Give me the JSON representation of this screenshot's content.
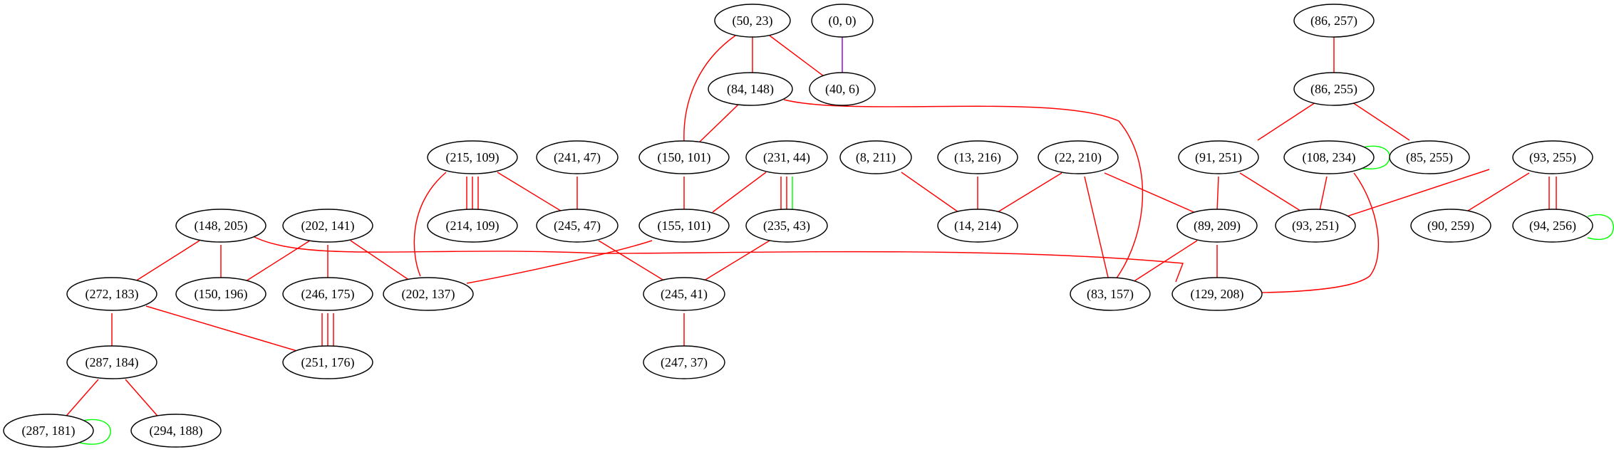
{
  "colors": {
    "red": "#ff0000",
    "green": "#00ff00",
    "purple": "#9400d3",
    "node_stroke": "#000000"
  },
  "nodes": {
    "n50_23": "(50, 23)",
    "n0_0": "(0, 0)",
    "n86_257": "(86, 257)",
    "n84_148": "(84, 148)",
    "n40_6": "(40, 6)",
    "n86_255": "(86, 255)",
    "n215_109": "(215, 109)",
    "n241_47": "(241, 47)",
    "n150_101": "(150, 101)",
    "n231_44": "(231, 44)",
    "n8_211": "(8, 211)",
    "n13_216": "(13, 216)",
    "n22_210": "(22, 210)",
    "n91_251": "(91, 251)",
    "n108_234": "(108, 234)",
    "n85_255": "(85, 255)",
    "n93_255": "(93, 255)",
    "n148_205": "(148, 205)",
    "n202_141": "(202, 141)",
    "n214_109": "(214, 109)",
    "n245_47": "(245, 47)",
    "n155_101": "(155, 101)",
    "n235_43": "(235, 43)",
    "n14_214": "(14, 214)",
    "n89_209": "(89, 209)",
    "n93_251": "(93, 251)",
    "n90_259": "(90, 259)",
    "n94_256": "(94, 256)",
    "n272_183": "(272, 183)",
    "n150_196": "(150, 196)",
    "n246_175": "(246, 175)",
    "n202_137": "(202, 137)",
    "n245_41": "(245, 41)",
    "n83_157": "(83, 157)",
    "n129_208": "(129, 208)",
    "n287_184": "(287, 184)",
    "n251_176": "(251, 176)",
    "n247_37": "(247, 37)",
    "n287_181": "(287, 181)",
    "n294_188": "(294, 188)"
  }
}
